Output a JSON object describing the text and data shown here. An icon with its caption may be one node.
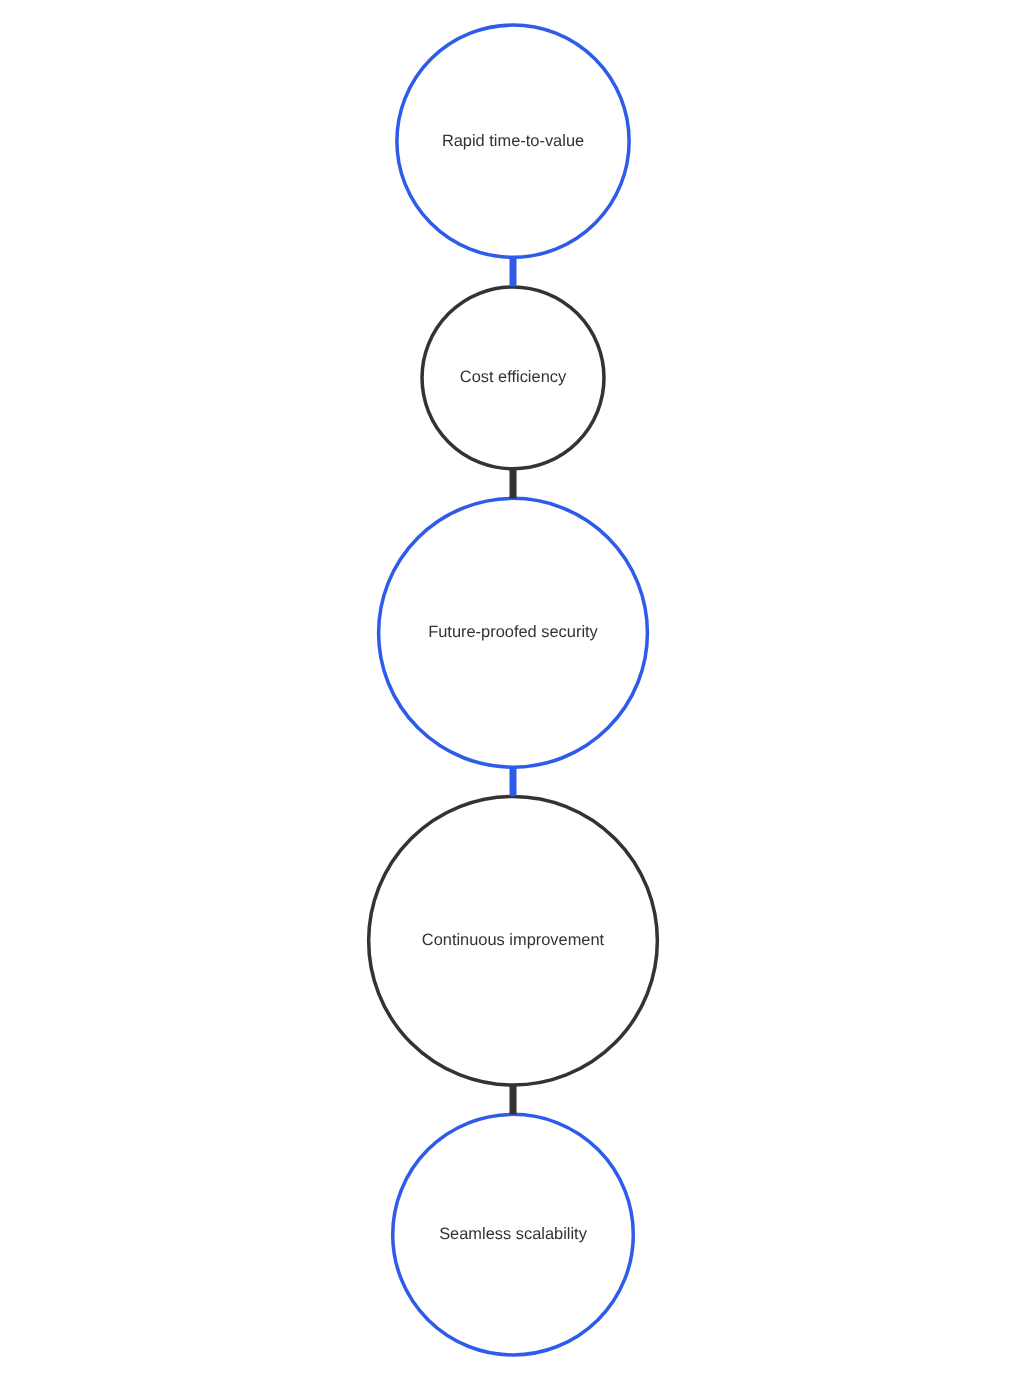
{
  "diagram": {
    "nodes": [
      {
        "text": [
          "Rapid time-to-value"
        ]
      },
      {
        "text": [
          "Cost efficiency"
        ]
      },
      {
        "text": [
          "Future-proofed security"
        ]
      },
      {
        "text": [
          "Continuous improvement"
        ]
      },
      {
        "text": [
          "Seamless scalability"
        ]
      }
    ],
    "edges": [
      {
        "from": 0,
        "to": 1,
        "arrow": "none",
        "color": "#2f5bea"
      },
      {
        "from": 1,
        "to": 2,
        "arrow": "none",
        "color": "#333333"
      },
      {
        "from": 2,
        "to": 3,
        "arrow": "none",
        "color": "#2f5bea"
      },
      {
        "from": 3,
        "to": 4,
        "arrow": "none",
        "color": "#333333"
      }
    ]
  }
}
